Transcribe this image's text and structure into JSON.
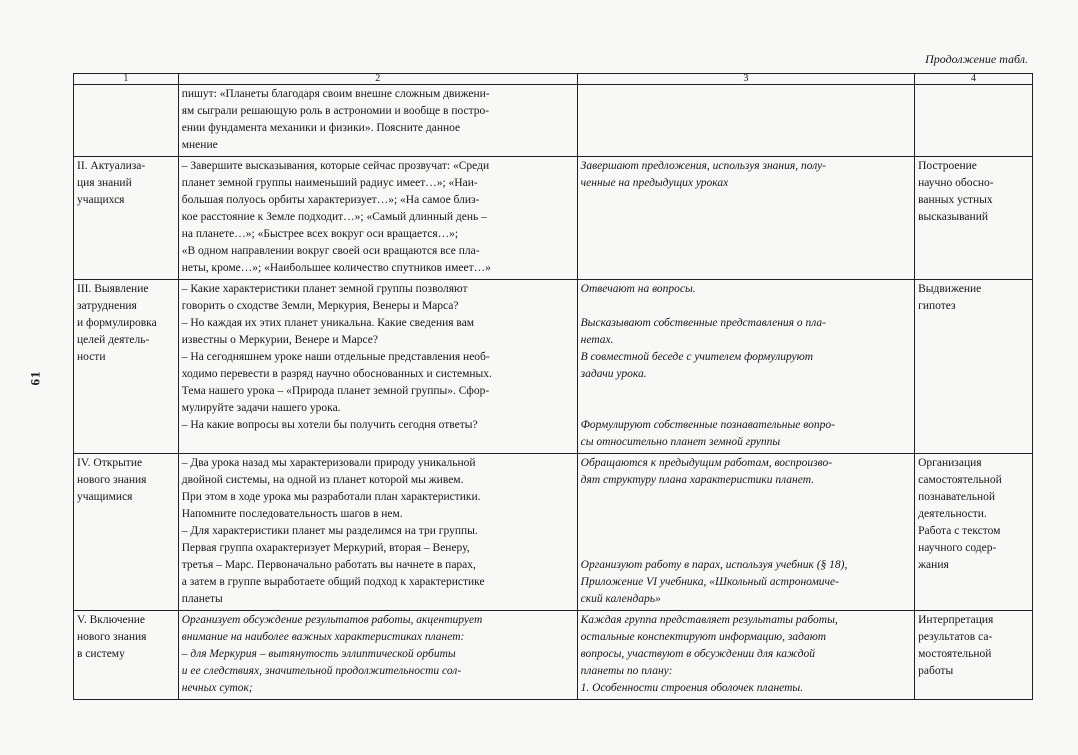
{
  "page_number": "61",
  "continuation": "Продолжение табл.",
  "columns": [
    "1",
    "2",
    "3",
    "4"
  ],
  "rows": [
    {
      "stage": [],
      "teacher": [
        "пишут: «Планеты благодаря своим внешне сложным движени-",
        "ям сыграли решающую роль в астрономии и вообще в постро-",
        "ении фундамента механики и физики». Поясните данное",
        "мнение"
      ],
      "student": [],
      "result": []
    },
    {
      "stage": [
        "II. Актуализа-",
        "ция знаний",
        "учащихся"
      ],
      "teacher": [
        "– Завершите высказывания, которые сейчас прозвучат: «Среди",
        "планет земной группы наименьший радиус имеет…»; «Наи-",
        "большая полуось орбиты характеризует…»; «На самое близ-",
        "кое расстояние к Земле подходит…»; «Самый длинный день –",
        "на планете…»; «Быстрее всех вокруг оси вращается…»;",
        "«В одном направлении вокруг своей оси вращаются все пла-",
        "неты, кроме…»; «Наибольшее количество спутников имеет…»"
      ],
      "student": [
        "Завершают предложения, используя знания, полу-",
        "ченные на предыдущих уроках"
      ],
      "result": [
        "Построение",
        "научно обосно-",
        "ванных устных",
        "высказываний"
      ]
    },
    {
      "stage": [
        "III. Выявление",
        "затруднения",
        "и формулировка",
        "целей деятель-",
        "ности"
      ],
      "teacher": [
        "– Какие характеристики планет земной группы позволяют",
        "говорить о сходстве Земли, Меркурия, Венеры и Марса?",
        "– Но каждая их этих планет уникальна. Какие сведения вам",
        "известны о Меркурии, Венере и Марсе?",
        "– На сегодняшнем уроке наши отдельные представления необ-",
        "ходимо перевести в разряд научно обоснованных и системных.",
        "Тема нашего урока – «Природа планет земной группы». Сфор-",
        "мулируйте задачи нашего урока.",
        "– На какие вопросы вы хотели бы получить сегодня ответы?"
      ],
      "student": [
        "Отвечают на вопросы.",
        "",
        "Высказывают собственные представления о пла-",
        "нетах.",
        "В совместной беседе с учителем формулируют",
        "задачи урока.",
        "",
        "",
        "Формулируют собственные познавательные вопро-",
        "сы относительно планет земной группы"
      ],
      "result": [
        "Выдвижение",
        "гипотез"
      ]
    },
    {
      "stage": [
        "IV. Открытие",
        "нового знания",
        "учащимися"
      ],
      "teacher": [
        "– Два урока назад мы характеризовали природу уникальной",
        "двойной системы, на одной из планет которой мы живем.",
        "При этом в ходе урока мы разработали план характеристики.",
        "Напомните последовательность шагов в нем.",
        "– Для характеристики планет мы разделимся на три группы.",
        "Первая группа охарактеризует Меркурий, вторая – Венеру,",
        "третья – Марс. Первоначально работать вы начнете в парах,",
        "а затем в группе выработаете общий подход к характеристике",
        "планеты"
      ],
      "student": [
        "Обращаются к предыдущим работам, воспроизво-",
        "дят структуру плана характеристики планет.",
        "",
        "",
        "",
        "",
        "Организуют работу в парах, используя учебник (§ 18),",
        "Приложение VI учебника, «Школьный астрономиче-",
        "ский календарь»"
      ],
      "result": [
        "Организация",
        "самостоятельной",
        "познавательной",
        "деятельности.",
        "Работа с текстом",
        "научного содер-",
        "жания"
      ]
    },
    {
      "stage": [
        "V. Включение",
        "нового знания",
        "в систему"
      ],
      "teacher": [
        "Организует обсуждение результатов работы, акцентирует",
        "внимание на наиболее важных характеристиках планет:",
        "– для Меркурия – вытянутость эллиптической орбиты",
        "и ее следствиях, значительной продолжительности сол-",
        "нечных суток;"
      ],
      "student": [
        "Каждая группа представляет результаты работы,",
        "остальные конспектируют информацию, задают",
        "вопросы, участвуют в обсуждении для каждой",
        "планеты по плану:",
        "1. Особенности строения оболочек планеты."
      ],
      "result": [
        "Интерпретация",
        "результатов са-",
        "мостоятельной",
        "работы"
      ]
    }
  ]
}
